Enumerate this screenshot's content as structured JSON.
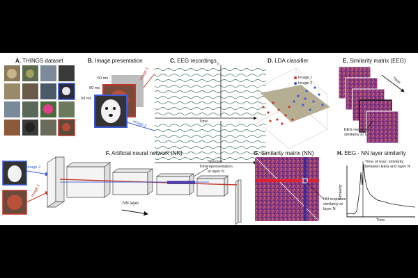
{
  "panels": {
    "a": {
      "letter": "A.",
      "title": "THINGS dataset"
    },
    "b": {
      "letter": "B.",
      "title": "Image presentation",
      "durations": [
        "50 ms",
        "50 ms",
        "50 ms"
      ],
      "image1": "Image 1",
      "image2": "Image 2"
    },
    "c": {
      "letter": "C.",
      "title": "EEG recordings",
      "time_label": "Time",
      "t_label": "t₁"
    },
    "d": {
      "letter": "D.",
      "title": "LDA classifier",
      "legend": [
        "Image 1",
        "Image 2"
      ]
    },
    "e": {
      "letter": "E.",
      "title": "Similarity matrix (EEG)",
      "time_label": "Time",
      "note_line1": "EEG response",
      "note_line2": "similarity at t₁"
    },
    "f": {
      "letter": "F.",
      "title": "Artificial neural network (NN)",
      "image1": "Image 1",
      "image2": "Image 2",
      "nn_layer": "NN layer",
      "stimulus_line1": "Stimulus",
      "stimulus_line2": "representation",
      "stimulus_line3": "at layer N"
    },
    "g": {
      "letter": "G.",
      "title": "Similarity matrix (NN)",
      "note_line1": "NN response",
      "note_line2": "similarity at",
      "note_line3": "layer N"
    },
    "h": {
      "letter": "H.",
      "title": "EEG - NN layer similarity",
      "note_line1": "Time of max. similarity",
      "note_line2": "between EEG and layer N",
      "ylabel": "Similarity",
      "xlabel": "Time"
    }
  },
  "colors": {
    "image1": "#c0392b",
    "image2": "#3b5bd6",
    "eeg_trace": "#2e6b4f",
    "matrix": "#8e3a86"
  }
}
